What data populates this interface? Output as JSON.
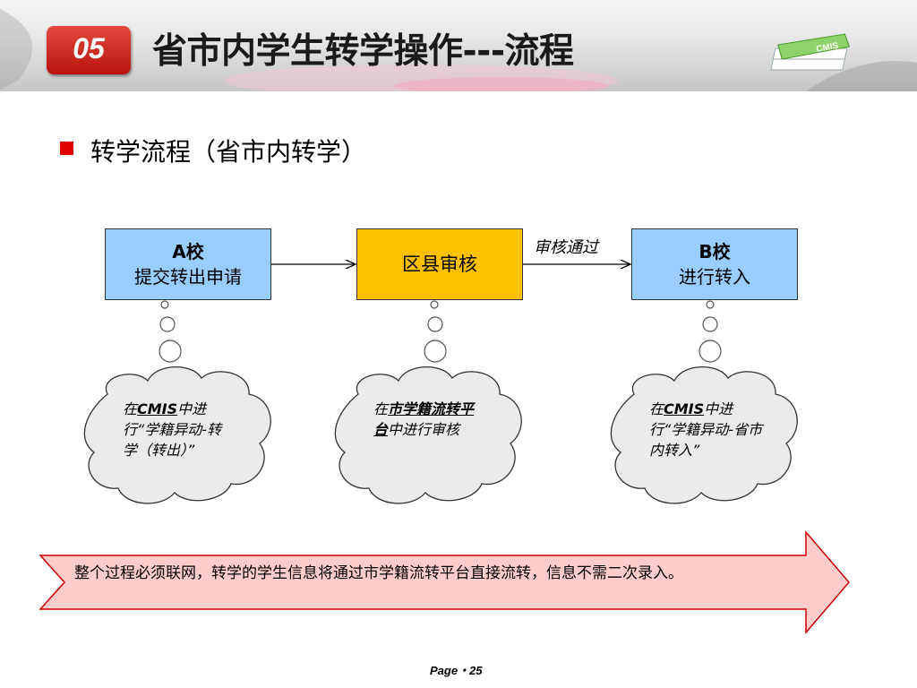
{
  "header": {
    "number": "05",
    "title": "省市内学生转学操作---流程",
    "logo_text": "CMIS"
  },
  "bullet": {
    "text": "转学流程（省市内转学）"
  },
  "flow": {
    "box_a": {
      "line1": "A校",
      "line2": "提交转出申请"
    },
    "box_mid": {
      "label": "区县审核"
    },
    "box_b": {
      "line1": "B校",
      "line2": "进行转入"
    },
    "approve_label": "审核通过"
  },
  "clouds": {
    "a": {
      "prefix": "在",
      "link": "CMIS",
      "rest": "中进行“学籍异动-转学（转出）”"
    },
    "mid": {
      "prefix": "在",
      "link": "市学籍流转平台",
      "rest": "中进行审核"
    },
    "b": {
      "prefix": "在",
      "link": "CMIS",
      "rest": "中进行“学籍异动-省市内转入”"
    }
  },
  "note": {
    "text": "整个过程必须联网，转学的学生信息将通过市学籍流转平台直接流转，信息不需二次录入。"
  },
  "footer": {
    "page": "Page・25"
  },
  "colors": {
    "badge": "#c8201a",
    "box_blue": "#99ccff",
    "box_orange": "#ffc000",
    "arrow_fill": "#ffcccc",
    "arrow_stroke": "#cc0000",
    "bullet": "#e00000"
  }
}
